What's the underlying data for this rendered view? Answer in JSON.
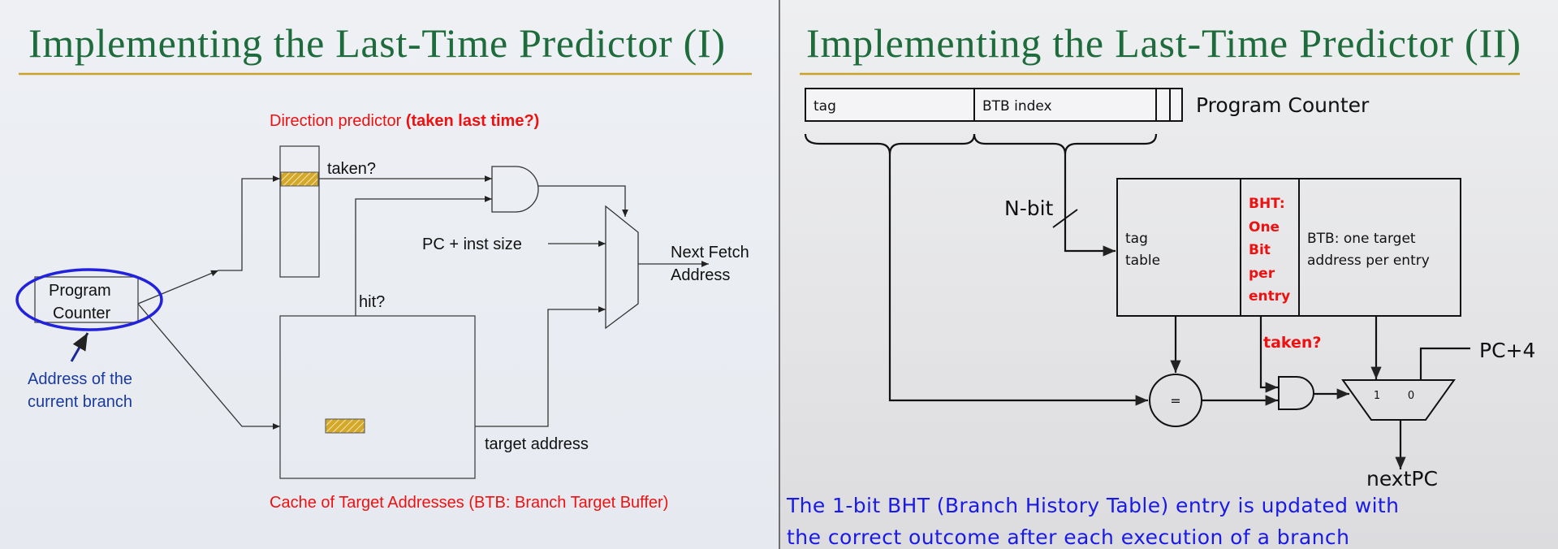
{
  "left": {
    "title": "Implementing the Last-Time Predictor (I)",
    "direction_predictor": "Direction predictor ",
    "direction_predictor_bold": "(taken last time?)",
    "taken": "taken?",
    "hit": "hit?",
    "pc_inst_size": "PC + inst size",
    "next_fetch_1": "Next Fetch",
    "next_fetch_2": "Address",
    "program_counter_1": "Program",
    "program_counter_2": "Counter",
    "address_note_1": "Address of the",
    "address_note_2": "current branch",
    "target_address": "target address",
    "btb_caption": "Cache of Target Addresses (BTB: Branch Target Buffer)"
  },
  "right": {
    "title": "Implementing the Last-Time Predictor (II)",
    "pc_field_tag": "tag",
    "pc_field_index": "BTB index",
    "program_counter": "Program Counter",
    "n_bit": "N-bit",
    "tag_table_1": "tag",
    "tag_table_2": "table",
    "bht": [
      "BHT:",
      "One",
      "Bit",
      "per",
      "entry"
    ],
    "btb_1": "BTB: one target",
    "btb_2": "address per entry",
    "taken": "taken?",
    "comparator": "=",
    "mux_1": "1",
    "mux_0": "0",
    "pc_plus_4": "PC+4",
    "next_pc": "nextPC",
    "note_1": "The 1-bit BHT (Branch History Table) entry is updated with",
    "note_2": "the correct outcome after each execution of a branch"
  },
  "colors": {
    "title": "#1e6b3c",
    "rule": "#c9a227",
    "red": "#ee1111",
    "blue": "#1a1ae6",
    "highlight": "#2222dd",
    "hatch": "#d4a82a"
  }
}
